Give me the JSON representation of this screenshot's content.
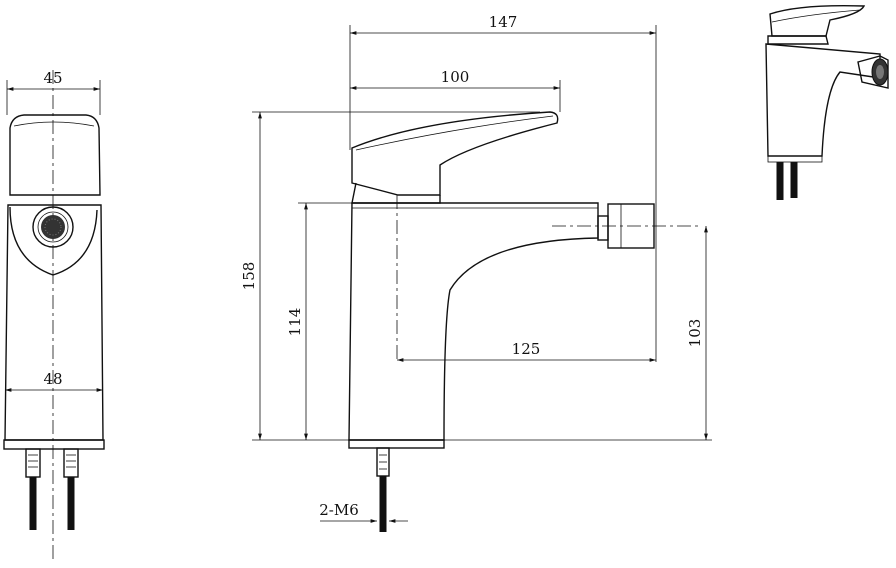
{
  "dimensions": {
    "side_width": "45",
    "side_base_width": "48",
    "total_length": "147",
    "handle_length": "100",
    "total_height": "158",
    "body_height": "114",
    "spout_reach": "125",
    "spout_height": "103",
    "thread": "2-M6"
  },
  "colors": {
    "line": "#111111",
    "background": "#ffffff"
  }
}
